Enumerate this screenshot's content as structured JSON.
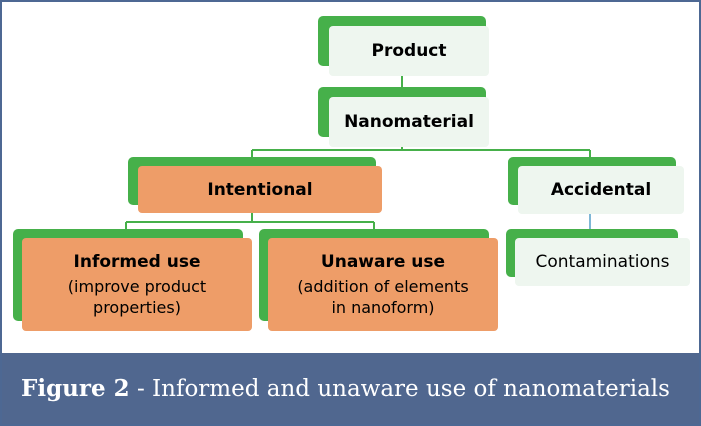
{
  "nodes": {
    "product": {
      "title": "Product"
    },
    "nanomaterial": {
      "title": "Nanomaterial"
    },
    "intentional": {
      "title": "Intentional"
    },
    "accidental": {
      "title": "Accidental"
    },
    "informed_use": {
      "title": "Informed use",
      "line1": "(improve product",
      "line2": "properties)"
    },
    "unaware_use": {
      "title": "Unaware use",
      "line1": "(addition of elements",
      "line2": "in nanoform)"
    },
    "contaminations": {
      "title": "Contaminations"
    }
  },
  "caption": {
    "label": "Figure 2",
    "separator": " - ",
    "text": "Informed and unaware use of nanomaterials"
  },
  "colors": {
    "green_border": "#46b04a",
    "green_fill": "#eef6ef",
    "orange_fill": "#ee9d68",
    "caption_bg": "#50678f"
  }
}
